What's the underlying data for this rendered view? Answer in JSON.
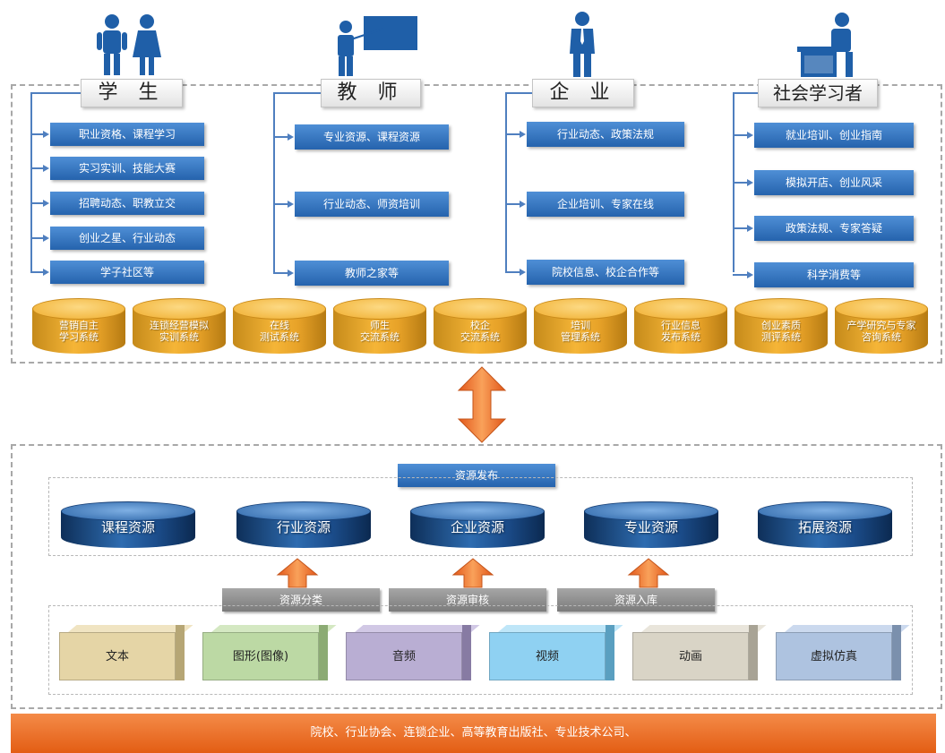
{
  "roles": [
    {
      "title": "学 生",
      "icon": "students-icon"
    },
    {
      "title": "教 师",
      "icon": "teacher-icon"
    },
    {
      "title": "企 业",
      "icon": "businessman-icon"
    },
    {
      "title": "社会学习者",
      "icon": "learner-icon"
    }
  ],
  "student_items": [
    "职业资格、课程学习",
    "实习实训、技能大赛",
    "招聘动态、职教立交",
    "创业之星、行业动态",
    "学子社区等"
  ],
  "teacher_items": [
    "专业资源、课程资源",
    "行业动态、师资培训",
    "教师之家等"
  ],
  "enterprise_items": [
    "行业动态、政策法规",
    "企业培训、专家在线",
    "院校信息、校企合作等"
  ],
  "learner_items": [
    "就业培训、创业指南",
    "模拟开店、创业风采",
    "政策法规、专家答疑",
    "科学消费等"
  ],
  "systems": [
    {
      "line1": "营销自主",
      "line2": "学习系统"
    },
    {
      "line1": "连锁经营模拟",
      "line2": "实训系统"
    },
    {
      "line1": "在线",
      "line2": "测试系统"
    },
    {
      "line1": "师生",
      "line2": "交流系统"
    },
    {
      "line1": "校企",
      "line2": "交流系统"
    },
    {
      "line1": "培训",
      "line2": "管理系统"
    },
    {
      "line1": "行业信息",
      "line2": "发布系统"
    },
    {
      "line1": "创业素质",
      "line2": "测评系统"
    },
    {
      "line1": "产学研究与专家",
      "line2": "咨询系统"
    }
  ],
  "resource_publish": "资源发布",
  "resources": [
    "课程资源",
    "行业资源",
    "企业资源",
    "专业资源",
    "拓展资源"
  ],
  "processes": [
    "资源分类",
    "资源审核",
    "资源入库"
  ],
  "media": [
    {
      "label": "文本",
      "color": "#e5d5a6",
      "top": "#f0e4c2",
      "side": "#b6a675"
    },
    {
      "label": "图形(图像)",
      "color": "#bcd9a4",
      "top": "#d4e8c2",
      "side": "#8cab74"
    },
    {
      "label": "音频",
      "color": "#b9aed3",
      "top": "#d1c8e5",
      "side": "#877ba3"
    },
    {
      "label": "视频",
      "color": "#8fd1f2",
      "top": "#bfe6f8",
      "side": "#5a9fc0"
    },
    {
      "label": "动画",
      "color": "#d9d4c6",
      "top": "#e9e5db",
      "side": "#a8a395"
    },
    {
      "label": "虚拟仿真",
      "color": "#aec3e0",
      "top": "#cbd9ee",
      "side": "#7b90ad"
    }
  ],
  "bottom_bar": "院校、行业协会、连锁企业、高等教育出版社、专业技术公司、"
}
